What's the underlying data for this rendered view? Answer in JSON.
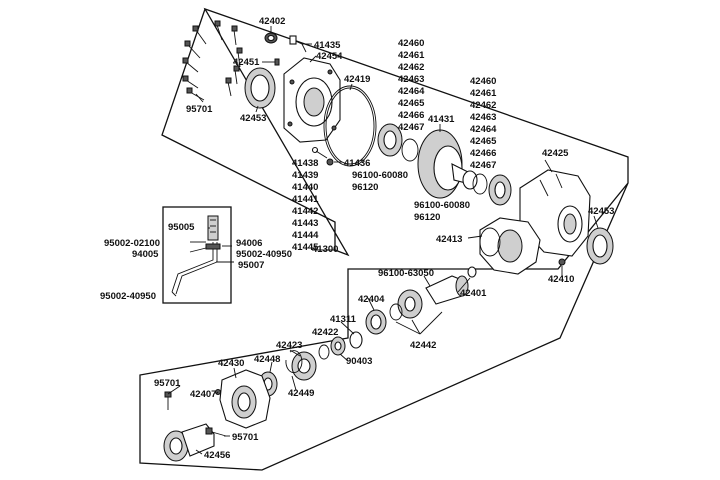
{
  "labels": {
    "p42402": "42402",
    "p41435": "41435",
    "p42454": "42454",
    "p42451": "42451",
    "p95701a": "95701",
    "p42453a": "42453",
    "p42419": "42419",
    "grp1": [
      "42460",
      "42461",
      "42462",
      "42463",
      "42464",
      "42465",
      "42466",
      "42467"
    ],
    "grp2": [
      "42460",
      "42461",
      "42462",
      "42463",
      "42464",
      "42465",
      "42466",
      "42467"
    ],
    "p41431": "41431",
    "p41438": "41438",
    "p41436": "41436",
    "grp3": [
      "41439",
      "41440",
      "41441",
      "41442",
      "41443",
      "41444",
      "41445"
    ],
    "p41300": "41300",
    "p96100a": "96100-60080",
    "p96120a": "96120",
    "p96100b": "96100-60080",
    "p96120b": "96120",
    "p42425": "42425",
    "p42453b": "42453",
    "p42413": "42413",
    "p42410": "42410",
    "p95005": "95005",
    "p95002_02100": "95002-02100",
    "p94006": "94006",
    "p94005": "94005",
    "p95002_40950a": "95002-40950",
    "p95007": "95007",
    "p95002_40950b": "95002-40950",
    "p96100c": "96100-63050",
    "p42401": "42401",
    "p42404": "42404",
    "p41311": "41311",
    "p42422": "42422",
    "p90403": "90403",
    "p42442": "42442",
    "p42423": "42423",
    "p42430": "42430",
    "p42448": "42448",
    "p42449": "42449",
    "p95701b": "95701",
    "p42407": "42407",
    "p95701c": "95701",
    "p42456": "42456"
  },
  "colors": {
    "line": "#111111",
    "background": "#ffffff",
    "shade": "#cfcfcf"
  }
}
